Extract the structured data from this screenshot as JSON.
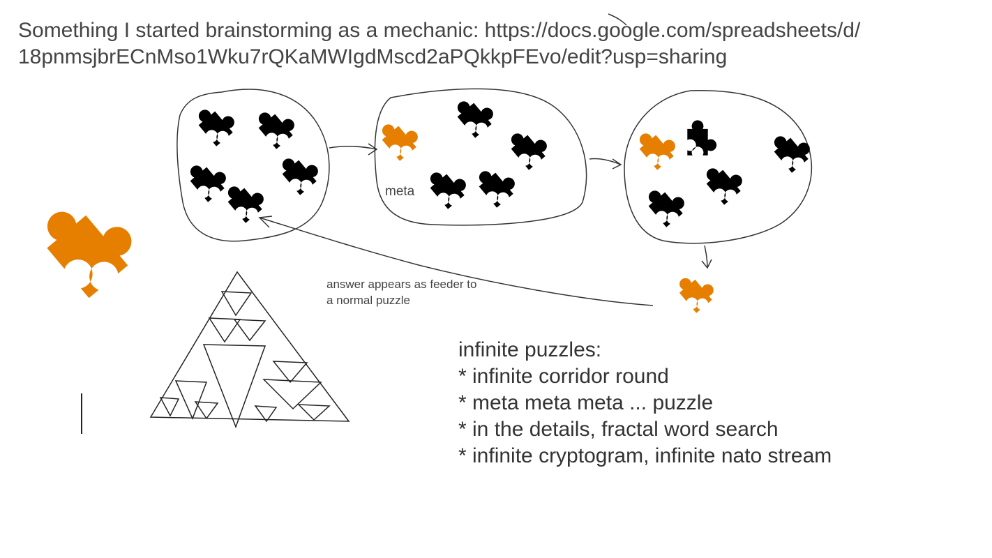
{
  "header": {
    "line_1": "Something I started brainstorming as a mechanic: https://docs.google.com/spreadsheets/d/",
    "line_2": "18pnmsjbrECnMso1Wku7rQKaMWIgdMscd2aPQkkpFEvo/edit?usp=sharing"
  },
  "labels": {
    "meta": "meta",
    "feeder_line_1": "answer appears as feeder to",
    "feeder_line_2": "a normal puzzle"
  },
  "list": {
    "title": "infinite puzzles:",
    "items": [
      "* infinite corridor round",
      "* meta meta meta ... puzzle",
      "* in the details, fractal word search",
      "* infinite cryptogram, infinite nato stream"
    ]
  },
  "colors": {
    "orange_piece": "#e67e00",
    "black_piece": "#000000",
    "ink": "#333333"
  },
  "icons": [
    "puzzle-piece-icon"
  ]
}
